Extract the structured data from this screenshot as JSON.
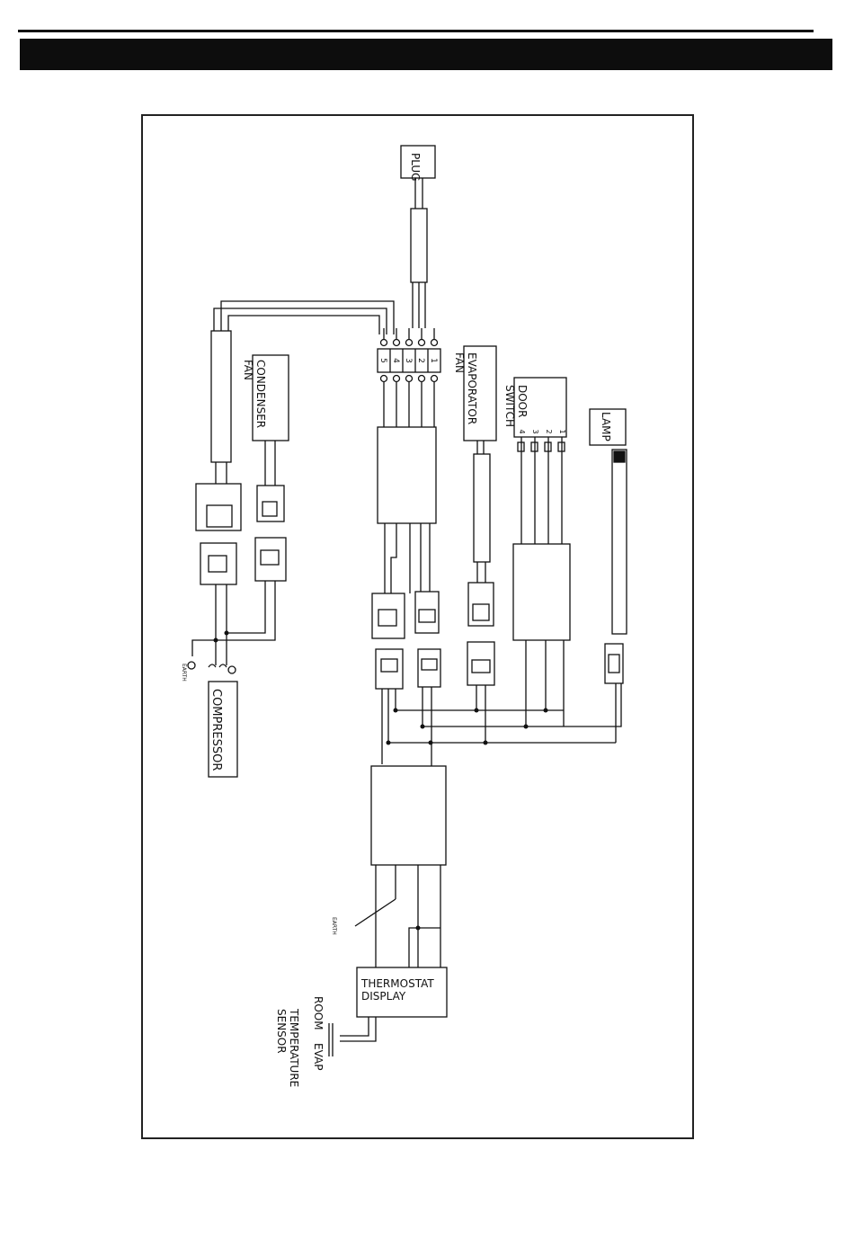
{
  "header": {
    "title": ""
  },
  "diagram": {
    "components": {
      "plug": "PLUG",
      "condenser_fan": "CONDENSER\nFAN",
      "evaporator_fan": "EVAPORATOR\nFAN",
      "door_switch": "DOOR\nSWITCH",
      "lamp": "LAMP",
      "compressor": "COMPRESSOR",
      "thermostat": "THERMOSTAT\nDISPLAY",
      "room": "ROOM",
      "evap": "EVAP",
      "temp_sensor": "TEMPERATURE\nSENSOR"
    },
    "terminal_block_numbers": [
      "5",
      "4",
      "3",
      "2",
      "1"
    ],
    "door_switch_numbers": [
      "4",
      "3",
      "2",
      "1"
    ],
    "earth_label": "EARTH"
  }
}
